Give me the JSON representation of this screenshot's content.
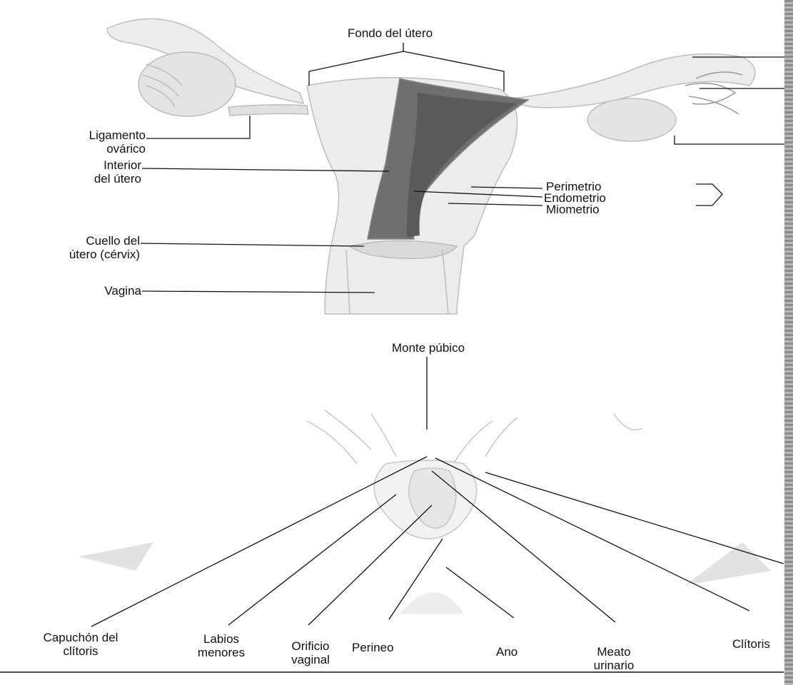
{
  "upper": {
    "fondo": "Fondo del útero",
    "ligamento": [
      "Ligamento",
      "ovárico"
    ],
    "interior": [
      "Interior",
      "del útero"
    ],
    "perimetrio": "Perimetrio",
    "endometrio": "Endometrio",
    "miometrio": "Miometrio",
    "cuello": [
      "Cuello del",
      "útero (cérvix)"
    ],
    "vagina": "Vagina"
  },
  "lower": {
    "monte": "Monte púbico",
    "capuchon": [
      "Capuchón del",
      "clítoris"
    ],
    "labios": [
      "Labios",
      "menores"
    ],
    "orificio": [
      "Orificio",
      "vaginal"
    ],
    "perineo": "Perineo",
    "ano": "Ano",
    "meato": [
      "Meato",
      "urinario"
    ],
    "clitoris": "Clítoris"
  },
  "colors": {
    "ink": "#111111",
    "tissue": "#e9e9e9",
    "cavity": "#6b6b6b",
    "outline": "#bdbdbd"
  }
}
